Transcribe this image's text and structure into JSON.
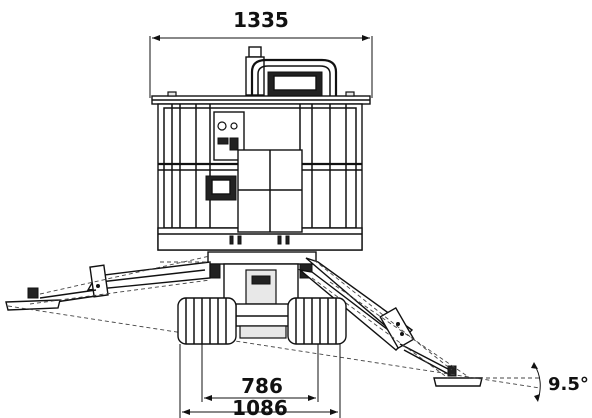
{
  "dimensions": {
    "top_width": "1335",
    "inner_track": "786",
    "outer_track": "1086",
    "angle": "9.5°"
  }
}
